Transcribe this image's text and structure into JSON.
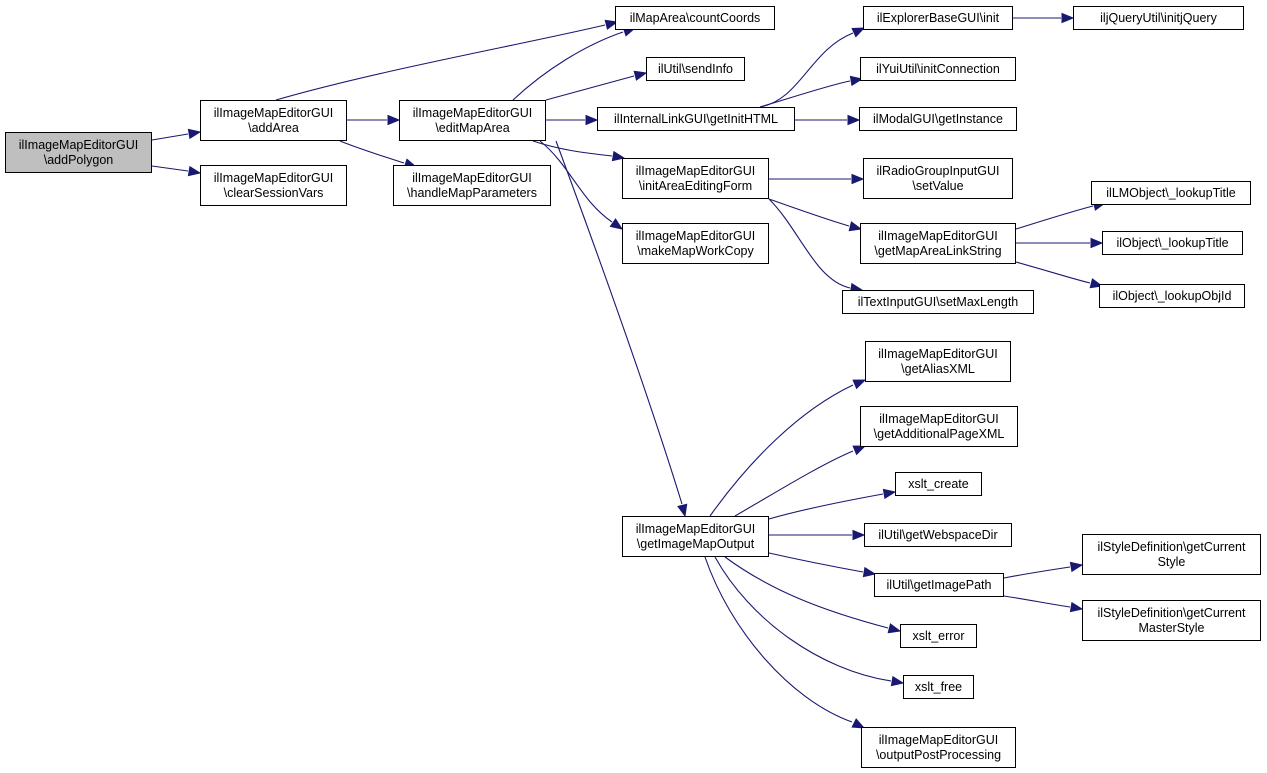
{
  "nodes": {
    "addPolygon": [
      "ilImageMapEditorGUI",
      "\\addPolygon"
    ],
    "addArea": [
      "ilImageMapEditorGUI",
      "\\addArea"
    ],
    "clearSessionVars": [
      "ilImageMapEditorGUI",
      "\\clearSessionVars"
    ],
    "editMapArea": [
      "ilImageMapEditorGUI",
      "\\editMapArea"
    ],
    "handleMapParameters": [
      "ilImageMapEditorGUI",
      "\\handleMapParameters"
    ],
    "countCoords": [
      "ilMapArea\\countCoords"
    ],
    "sendInfo": [
      "ilUtil\\sendInfo"
    ],
    "getInitHTML": [
      "ilInternalLinkGUI\\getInitHTML"
    ],
    "initAreaEditingForm": [
      "ilImageMapEditorGUI",
      "\\initAreaEditingForm"
    ],
    "makeMapWorkCopy": [
      "ilImageMapEditorGUI",
      "\\makeMapWorkCopy"
    ],
    "getImageMapOutput": [
      "ilImageMapEditorGUI",
      "\\getImageMapOutput"
    ],
    "explorerInit": [
      "ilExplorerBaseGUI\\init"
    ],
    "initjQuery": [
      "iljQueryUtil\\initjQuery"
    ],
    "initConnection": [
      "ilYuiUtil\\initConnection"
    ],
    "modalGetInstance": [
      "ilModalGUI\\getInstance"
    ],
    "radioSetValue": [
      "ilRadioGroupInputGUI",
      "\\setValue"
    ],
    "getMapAreaLinkString": [
      "ilImageMapEditorGUI",
      "\\getMapAreaLinkString"
    ],
    "setMaxLength": [
      "ilTextInputGUI\\setMaxLength"
    ],
    "lmLookupTitle": [
      "ilLMObject\\_lookupTitle"
    ],
    "objLookupTitle": [
      "ilObject\\_lookupTitle"
    ],
    "lookupObjId": [
      "ilObject\\_lookupObjId"
    ],
    "getAliasXML": [
      "ilImageMapEditorGUI",
      "\\getAliasXML"
    ],
    "getAdditionalPageXML": [
      "ilImageMapEditorGUI",
      "\\getAdditionalPageXML"
    ],
    "xsltCreate": [
      "xslt_create"
    ],
    "getWebspaceDir": [
      "ilUtil\\getWebspaceDir"
    ],
    "getImagePath": [
      "ilUtil\\getImagePath"
    ],
    "xsltError": [
      "xslt_error"
    ],
    "xsltFree": [
      "xslt_free"
    ],
    "outputPostProcessing": [
      "ilImageMapEditorGUI",
      "\\outputPostProcessing"
    ],
    "getCurrentStyle": [
      "ilStyleDefinition\\getCurrent",
      "Style"
    ],
    "getCurrentMasterStyle": [
      "ilStyleDefinition\\getCurrent",
      "MasterStyle"
    ]
  },
  "edges": [
    [
      "addPolygon",
      "addArea"
    ],
    [
      "addPolygon",
      "clearSessionVars"
    ],
    [
      "addArea",
      "editMapArea"
    ],
    [
      "addArea",
      "countCoords"
    ],
    [
      "addArea",
      "handleMapParameters"
    ],
    [
      "editMapArea",
      "countCoords"
    ],
    [
      "editMapArea",
      "sendInfo"
    ],
    [
      "editMapArea",
      "getInitHTML"
    ],
    [
      "editMapArea",
      "initAreaEditingForm"
    ],
    [
      "editMapArea",
      "makeMapWorkCopy"
    ],
    [
      "editMapArea",
      "getImageMapOutput"
    ],
    [
      "getInitHTML",
      "explorerInit"
    ],
    [
      "getInitHTML",
      "initConnection"
    ],
    [
      "getInitHTML",
      "modalGetInstance"
    ],
    [
      "explorerInit",
      "initjQuery"
    ],
    [
      "initAreaEditingForm",
      "radioSetValue"
    ],
    [
      "initAreaEditingForm",
      "getMapAreaLinkString"
    ],
    [
      "initAreaEditingForm",
      "setMaxLength"
    ],
    [
      "getMapAreaLinkString",
      "lmLookupTitle"
    ],
    [
      "getMapAreaLinkString",
      "objLookupTitle"
    ],
    [
      "getMapAreaLinkString",
      "lookupObjId"
    ],
    [
      "getImageMapOutput",
      "getAliasXML"
    ],
    [
      "getImageMapOutput",
      "getAdditionalPageXML"
    ],
    [
      "getImageMapOutput",
      "xsltCreate"
    ],
    [
      "getImageMapOutput",
      "getWebspaceDir"
    ],
    [
      "getImageMapOutput",
      "getImagePath"
    ],
    [
      "getImageMapOutput",
      "xsltError"
    ],
    [
      "getImageMapOutput",
      "xsltFree"
    ],
    [
      "getImageMapOutput",
      "outputPostProcessing"
    ],
    [
      "getImagePath",
      "getCurrentStyle"
    ],
    [
      "getImagePath",
      "getCurrentMasterStyle"
    ]
  ],
  "colors": {
    "edge": "#191970",
    "root_fill": "#bfbfbf",
    "node_fill": "#ffffff",
    "border": "#000000"
  }
}
